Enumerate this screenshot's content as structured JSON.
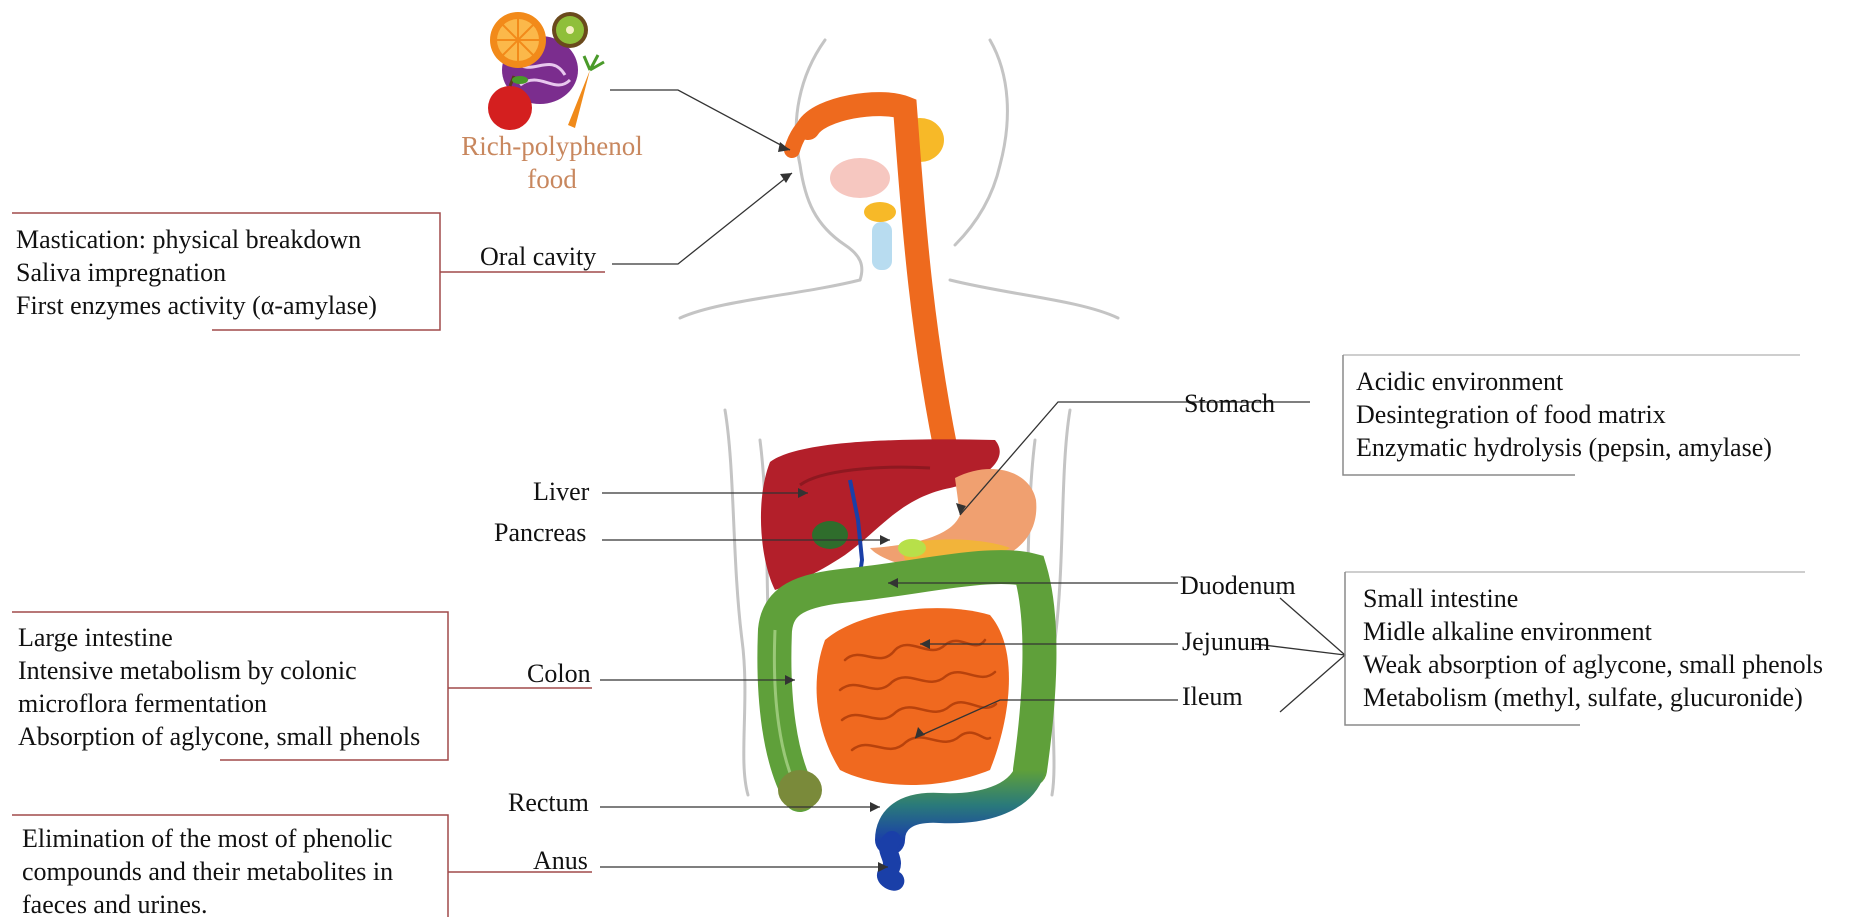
{
  "food": {
    "line1": "Rich-polyphenol",
    "line2": "food"
  },
  "organs": {
    "oral_cavity": "Oral cavity",
    "stomach": "Stomach",
    "liver": "Liver",
    "pancreas": "Pancreas",
    "duodenum": "Duodenum",
    "jejunum": "Jejunum",
    "ileum": "Ileum",
    "colon": "Colon",
    "rectum": "Rectum",
    "anus": "Anus"
  },
  "boxes": {
    "oral": [
      "Mastication: physical breakdown",
      "Saliva impregnation",
      "First enzymes activity (α-amylase)"
    ],
    "stomach": [
      "Acidic environment",
      "Desintegration of food matrix",
      "Enzymatic hydrolysis (pepsin, amylase)"
    ],
    "small_intestine": [
      "Small intestine",
      "Midle alkaline environment",
      "Weak absorption of aglycone, small phenols",
      "Metabolism (methyl, sulfate, glucuronide)"
    ],
    "large_intestine": [
      "Large intestine",
      "Intensive metabolism by colonic",
      "microflora fermentation",
      "Absorption of aglycone, small phenols"
    ],
    "elimination": [
      "Elimination of the most of phenolic",
      "compounds and their metabolites in",
      "faeces and urines."
    ]
  },
  "icons": [
    "orange-icon",
    "kiwi-icon",
    "cabbage-icon",
    "apple-icon",
    "carrot-icon"
  ],
  "colors": {
    "esophagus": "#ee6a1e",
    "stomach": "#f0a070",
    "liver": "#b31f2a",
    "gallbladder": "#2f6d2c",
    "small_intestine": "#f0691f",
    "colon": "#5fa03a",
    "rectum": "#1f6f8f",
    "food_text": "#c8875e",
    "box_rule": "#a04a4a"
  }
}
